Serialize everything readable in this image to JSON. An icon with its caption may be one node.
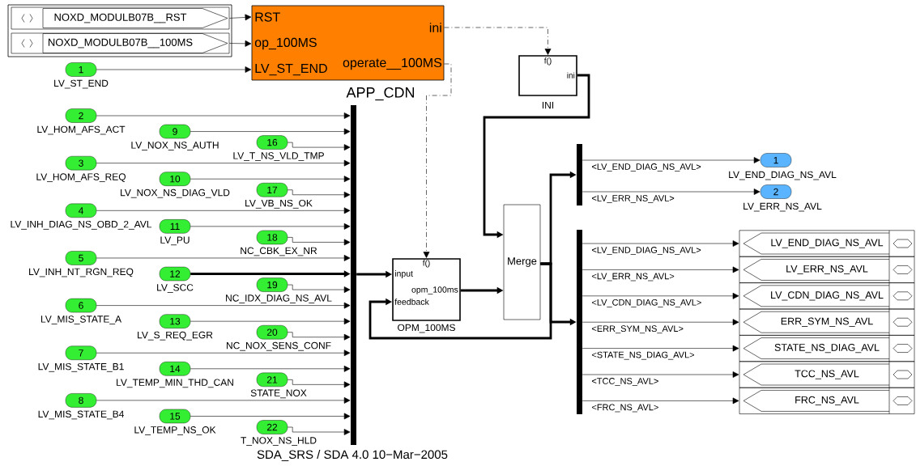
{
  "diagram": {
    "nodes": [
      {
        "text": [
          "NOXD_MODULB07B__RST"
        ]
      },
      {
        "text": [
          "NOXD_MODULB07B__100MS"
        ]
      },
      {
        "text": [
          "1"
        ],
        "beside": [
          "LV_ST_END"
        ]
      },
      {
        "text": [
          "RST",
          "op_100MS",
          "LV_ST_END",
          "ini",
          "operate__100MS"
        ],
        "beside": [
          "APP_CDN"
        ]
      },
      {
        "text": [
          "f()",
          "ini"
        ],
        "beside": [
          "INI"
        ]
      },
      {
        "text": [],
        "shape": "bar"
      },
      {
        "text": [
          "2"
        ],
        "beside": [
          "LV_HOM_AFS_ACT"
        ]
      },
      {
        "text": [
          "3"
        ],
        "beside": [
          "LV_HOM_AFS_REQ"
        ]
      },
      {
        "text": [
          "4"
        ],
        "beside": [
          "LV_INH_DIAG_NS_OBD_2_AVL"
        ]
      },
      {
        "text": [
          "5"
        ],
        "beside": [
          "LV_INH_NT_RGN_REQ"
        ]
      },
      {
        "text": [
          "6"
        ],
        "beside": [
          "LV_MIS_STATE_A"
        ]
      },
      {
        "text": [
          "7"
        ],
        "beside": [
          "LV_MIS_STATE_B1"
        ]
      },
      {
        "text": [
          "8"
        ],
        "beside": [
          "LV_MIS_STATE_B4"
        ]
      },
      {
        "text": [
          "9"
        ],
        "beside": [
          "LV_NOX_NS_AUTH"
        ]
      },
      {
        "text": [
          "10"
        ],
        "beside": [
          "LV_NOX_NS_DIAG_VLD"
        ]
      },
      {
        "text": [
          "11"
        ],
        "beside": [
          "LV_PU"
        ]
      },
      {
        "text": [
          "12"
        ],
        "beside": [
          "LV_SCC"
        ]
      },
      {
        "text": [
          "13"
        ],
        "beside": [
          "LV_S_REQ_EGR"
        ]
      },
      {
        "text": [
          "14"
        ],
        "beside": [
          "LV_TEMP_MIN_THD_CAN"
        ]
      },
      {
        "text": [
          "15"
        ],
        "beside": [
          "LV_TEMP_NS_OK"
        ]
      },
      {
        "text": [
          "16"
        ],
        "beside": [
          "LV_T_NS_VLD_TMP"
        ]
      },
      {
        "text": [
          "17"
        ],
        "beside": [
          "LV_VB_NS_OK"
        ]
      },
      {
        "text": [
          "18"
        ],
        "beside": [
          "NC_CBK_EX_NR"
        ]
      },
      {
        "text": [
          "19"
        ],
        "beside": [
          "NC_IDX_DIAG_NS_AVL"
        ]
      },
      {
        "text": [
          "20"
        ],
        "beside": [
          "NC_NOX_SENS_CONF"
        ]
      },
      {
        "text": [
          "21"
        ],
        "beside": [
          "STATE_NOX"
        ]
      },
      {
        "text": [
          "22"
        ],
        "beside": [
          "T_NOX_NS_HLD"
        ]
      },
      {
        "text": [
          "f()",
          "input",
          "opm_100ms",
          "feedback"
        ],
        "beside": [
          "OPM_100MS"
        ]
      },
      {
        "text": [
          "Merge"
        ]
      },
      {
        "text": [],
        "shape": "bar"
      },
      {
        "text": [],
        "shape": "bar"
      },
      {
        "text": [
          "1"
        ],
        "beside": [
          "LV_END_DIAG_NS_AVL"
        ]
      },
      {
        "text": [
          "2"
        ],
        "beside": [
          "LV_ERR_NS_AVL"
        ]
      },
      {
        "text": [
          "LV_END_DIAG_NS_AVL"
        ]
      },
      {
        "text": [
          "LV_ERR_NS_AVL"
        ]
      },
      {
        "text": [
          "LV_CDN_DIAG_NS_AVL"
        ]
      },
      {
        "text": [
          "ERR_SYM_NS_AVL"
        ]
      },
      {
        "text": [
          "STATE_NS_DIAG_AVL"
        ]
      },
      {
        "text": [
          "TCC_NS_AVL"
        ]
      },
      {
        "text": [
          "FRC_NS_AVL"
        ]
      }
    ],
    "edges": [
      {
        "from": 0,
        "to": 3,
        "arrow": "to"
      },
      {
        "from": 1,
        "to": 3,
        "arrow": "to"
      },
      {
        "from": 2,
        "to": 3,
        "arrow": "to"
      },
      {
        "from": 3,
        "to": 4,
        "arrow": "to",
        "style": "dashed"
      },
      {
        "from": 3,
        "to": 27,
        "arrow": "to",
        "style": "dashed"
      },
      {
        "from": 6,
        "to": 5,
        "arrow": "to"
      },
      {
        "from": 7,
        "to": 5,
        "arrow": "to"
      },
      {
        "from": 8,
        "to": 5,
        "arrow": "to"
      },
      {
        "from": 9,
        "to": 5,
        "arrow": "to"
      },
      {
        "from": 10,
        "to": 5,
        "arrow": "to"
      },
      {
        "from": 11,
        "to": 5,
        "arrow": "to"
      },
      {
        "from": 12,
        "to": 5,
        "arrow": "to"
      },
      {
        "from": 13,
        "to": 5,
        "arrow": "to"
      },
      {
        "from": 14,
        "to": 5,
        "arrow": "to"
      },
      {
        "from": 15,
        "to": 5,
        "arrow": "to"
      },
      {
        "from": 16,
        "to": 5,
        "arrow": "to",
        "style": "thick"
      },
      {
        "from": 17,
        "to": 5,
        "arrow": "to"
      },
      {
        "from": 18,
        "to": 5,
        "arrow": "to"
      },
      {
        "from": 19,
        "to": 5,
        "arrow": "to"
      },
      {
        "from": 20,
        "to": 5,
        "arrow": "to"
      },
      {
        "from": 21,
        "to": 5,
        "arrow": "to"
      },
      {
        "from": 22,
        "to": 5,
        "arrow": "to"
      },
      {
        "from": 23,
        "to": 5,
        "arrow": "to"
      },
      {
        "from": 24,
        "to": 5,
        "arrow": "to"
      },
      {
        "from": 25,
        "to": 5,
        "arrow": "to"
      },
      {
        "from": 26,
        "to": 5,
        "arrow": "to"
      },
      {
        "from": 5,
        "to": 27,
        "arrow": "to",
        "style": "thick"
      },
      {
        "from": 4,
        "to": 28,
        "arrow": "to",
        "style": "thick"
      },
      {
        "from": 27,
        "to": 28,
        "arrow": "to",
        "style": "thick"
      },
      {
        "from": 28,
        "to": 29,
        "arrow": "to",
        "style": "thick"
      },
      {
        "from": 28,
        "to": 30,
        "arrow": "to",
        "style": "thick"
      },
      {
        "from": 28,
        "to": 27,
        "arrow": "to",
        "style": "thick"
      },
      {
        "from": 29,
        "to": 31,
        "arrow": "to",
        "label": "<LV_END_DIAG_NS_AVL>"
      },
      {
        "from": 29,
        "to": 32,
        "arrow": "to",
        "label": "<LV_ERR_NS_AVL>"
      },
      {
        "from": 30,
        "to": 33,
        "arrow": "to",
        "label": "<LV_END_DIAG_NS_AVL>"
      },
      {
        "from": 30,
        "to": 34,
        "arrow": "to",
        "label": "<LV_ERR_NS_AVL>"
      },
      {
        "from": 30,
        "to": 35,
        "arrow": "to",
        "label": "<LV_CDN_DIAG_NS_AVL>"
      },
      {
        "from": 30,
        "to": 36,
        "arrow": "to",
        "label": "<ERR_SYM_NS_AVL>"
      },
      {
        "from": 30,
        "to": 37,
        "arrow": "to",
        "label": "<STATE_NS_DIAG_AVL>"
      },
      {
        "from": 30,
        "to": 38,
        "arrow": "to",
        "label": "<TCC_NS_AVL>"
      },
      {
        "from": 30,
        "to": 39,
        "arrow": "to",
        "label": "<FRC_NS_AVL>"
      }
    ],
    "labels": [
      "SDA_SRS / SDA 4.0 10−Mar−2005"
    ]
  }
}
